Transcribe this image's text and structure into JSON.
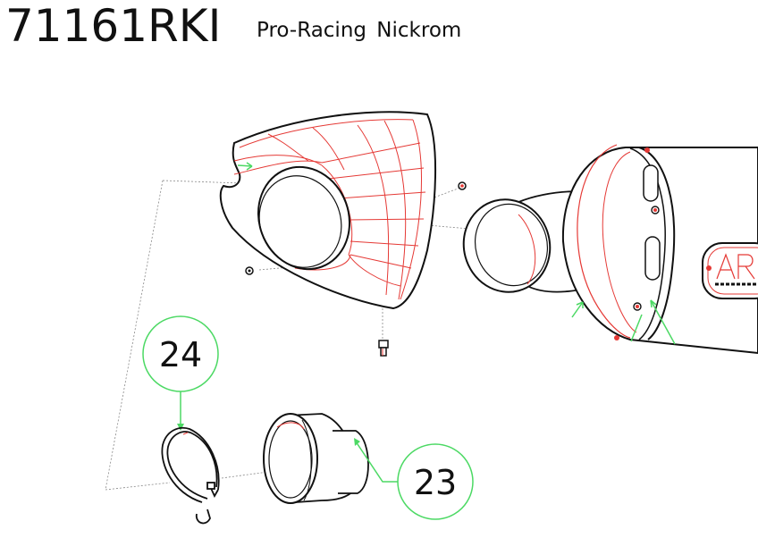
{
  "header": {
    "part_code": "71161RKI",
    "product_name": "Pro-Racing  Nickrom"
  },
  "callouts": [
    {
      "number": "24"
    },
    {
      "number": "23"
    }
  ],
  "colors": {
    "line": "#111111",
    "highlight": "#e53935",
    "callout": "#4cd964",
    "dashed": "#888888"
  }
}
